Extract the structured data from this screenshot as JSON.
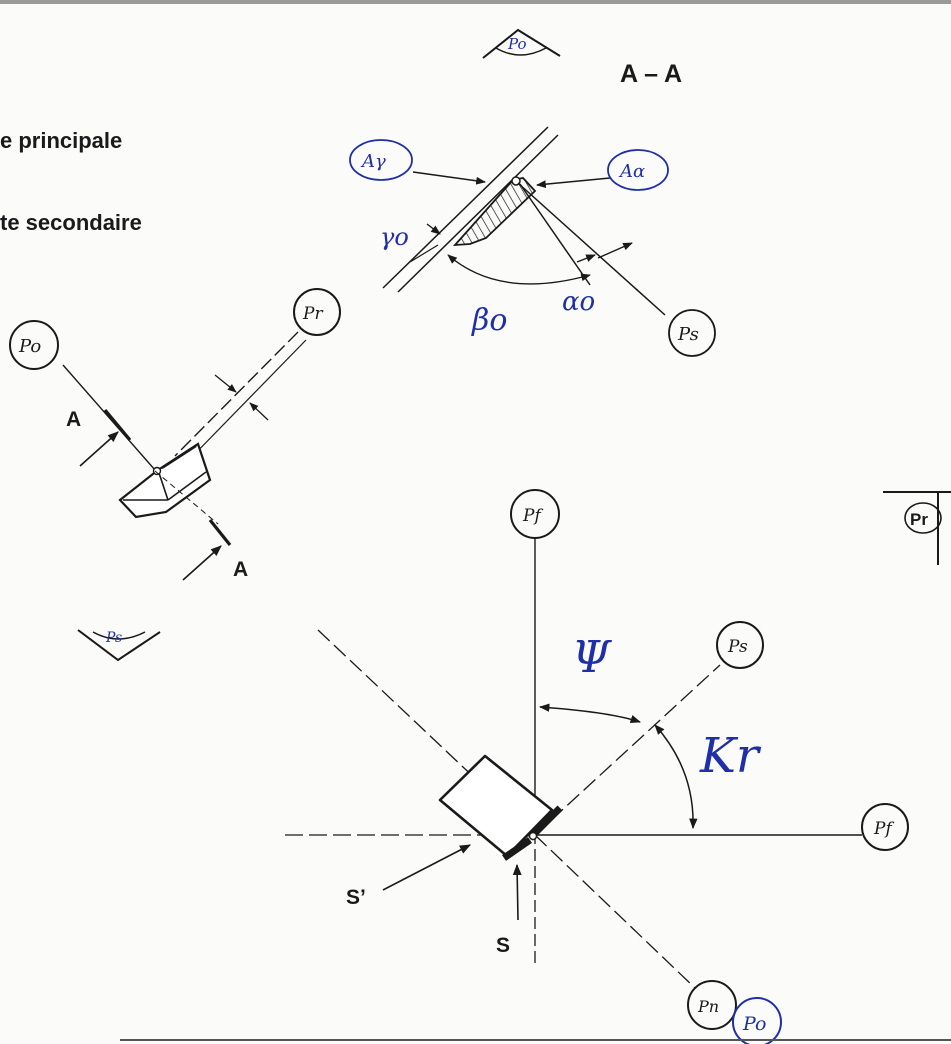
{
  "text": {
    "partial_principale": "e principale",
    "partial_secondaire": "te secondaire",
    "section_title": "A – A",
    "section_a_top": "A",
    "section_a_bottom": "A",
    "s_prime": "S’",
    "s": "S",
    "pr_box": "Pr"
  },
  "handwritten": {
    "po_top": "Po",
    "a_gamma": "Aγ",
    "a_alpha": "Aα",
    "gamma_o": "γo",
    "beta_o": "βo",
    "alpha_o": "αo",
    "ps_section": "Ps",
    "po_left": "Po",
    "pr_left": "Pr",
    "ps_tool": "Ps",
    "pf_top": "Pf",
    "ps_right": "Ps",
    "pf_right": "Pf",
    "pn": "Pn",
    "po_bottom": "Po",
    "psi": "Ψ",
    "kr": "Kr"
  },
  "colors": {
    "ink": "#1a1a1a",
    "blue_ink": "#1f2fa8",
    "paper": "#fbfbf9"
  }
}
